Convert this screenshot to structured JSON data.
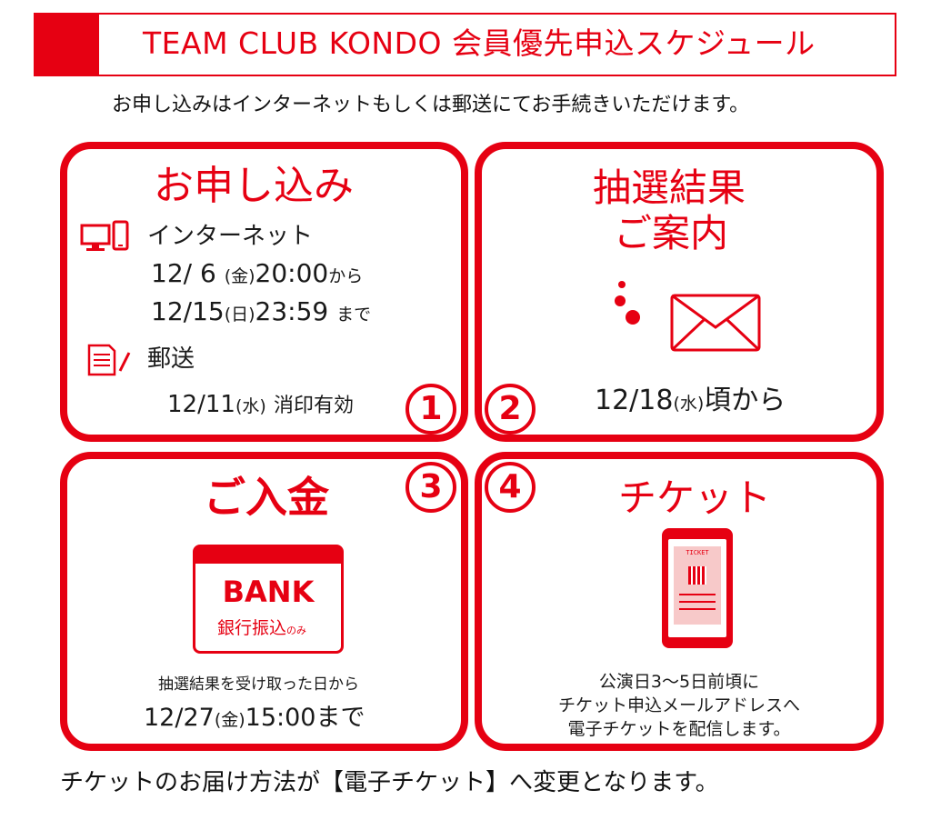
{
  "header": {
    "title": "TEAM CLUB KONDO 会員優先申込スケジュール"
  },
  "intro": "お申し込みはインターネットもしくは郵送にてお手続きいただけます。",
  "panels": {
    "apply": {
      "number": "1",
      "title": "お申し込み",
      "internet_label": "インターネット",
      "internet_start_date": "12/ 6",
      "internet_start_weekday": "(金)",
      "internet_start_time": "20:00",
      "internet_start_suffix": "から",
      "internet_end_date": "12/15",
      "internet_end_weekday": "(日)",
      "internet_end_time": "23:59",
      "internet_end_suffix": "まで",
      "mail_label": "郵送",
      "mail_date": "12/11",
      "mail_weekday": "(水)",
      "mail_note": "消印有効"
    },
    "result": {
      "number": "2",
      "title_line1": "抽選結果",
      "title_line2": "ご案内",
      "date": "12/18",
      "weekday": "(水)",
      "suffix": "頃から"
    },
    "payment": {
      "number": "3",
      "title": "ご入金",
      "bank_label": "BANK",
      "bank_sub": "銀行振込",
      "bank_sub_small": "のみ",
      "note": "抽選結果を受け取った日から",
      "deadline_date": "12/27",
      "deadline_weekday": "(金)",
      "deadline_time": "15:00まで"
    },
    "ticket": {
      "number": "4",
      "title": "チケット",
      "phone_ticket_label": "TICKET",
      "line1": "公演日3～5日前頃に",
      "line2": "チケット申込メールアドレスへ",
      "line3": "電子チケットを配信します。"
    }
  },
  "footer": "チケットのお届け方法が【電子チケット】へ変更となります。",
  "colors": {
    "accent": "#e60012",
    "text": "#111111",
    "background": "#ffffff"
  },
  "icons": [
    "monitor-icon",
    "smartphone-icon",
    "document-pen-icon",
    "envelope-icon",
    "dots-icon",
    "bank-icon",
    "phone-ticket-icon"
  ]
}
